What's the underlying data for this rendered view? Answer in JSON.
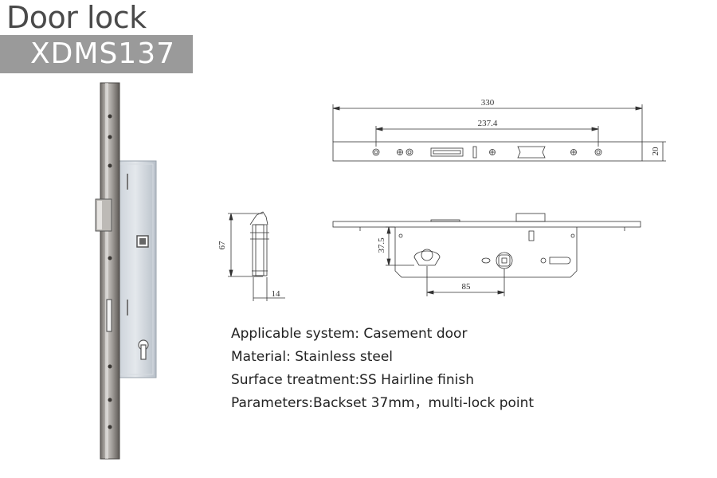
{
  "header": {
    "title": "Door lock",
    "model": "XDMS137",
    "model_band_color": "#9a9a9a"
  },
  "product_image": {
    "icon": "mortise-lock-photo-icon"
  },
  "drawings": {
    "top_view": {
      "overall_length": "330",
      "hole_spacing": "237.4",
      "faceplate_width": "20"
    },
    "side_view": {
      "height": "67",
      "depth": "14"
    },
    "front_view": {
      "backset": "37.5",
      "center_distance": "85"
    }
  },
  "specs": [
    "Applicable system: Casement door",
    "Material: Stainless steel",
    "Surface treatment:SS Hairline finish",
    "Parameters:Backset 37mm，multi-lock point"
  ]
}
